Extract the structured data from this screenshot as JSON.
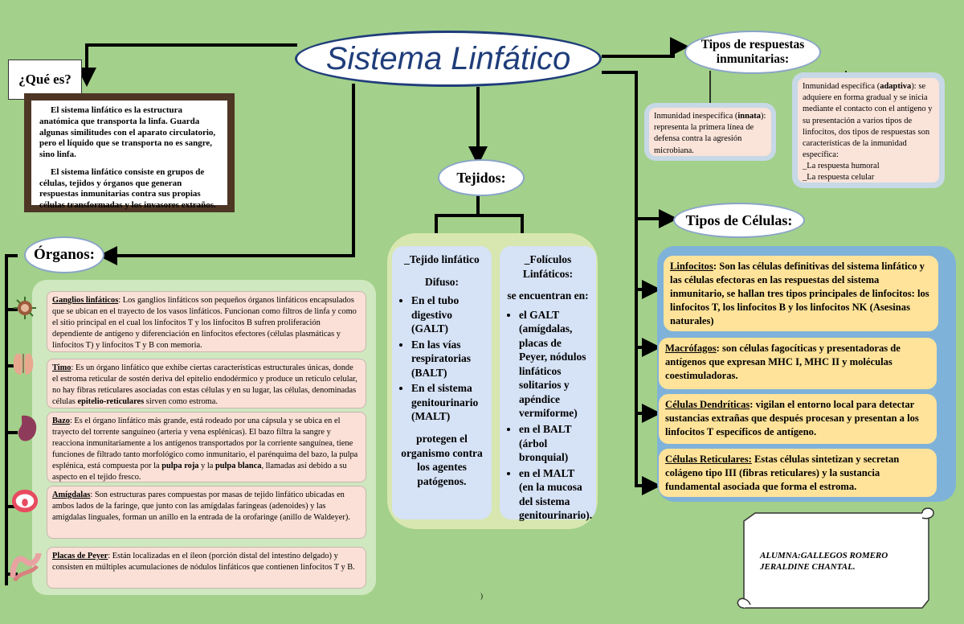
{
  "title": "Sistema Linfático",
  "que_es": {
    "label": "¿Qué es?",
    "paragraph1": "El sistema linfático es la estructura anatómica que transporta la linfa. Guarda algunas similitudes con el aparato circulatorio, pero el líquido que se transporta no es sangre, sino linfa.",
    "paragraph2": "El sistema linfático consiste en grupos de células, tejidos y órganos que generan respuestas inmunitarias contra sus propias células transformadas y los invasores extraños."
  },
  "organos": {
    "label": "Órganos:",
    "items": [
      {
        "name": "Ganglios linfáticos",
        "text": ": Los ganglios linfáticos son pequeños órganos linfáticos encapsulados que se ubican en el trayecto de los vasos linfáticos. Funcionan como filtros de linfa y como el sitio principal en el cual los linfocitos T y los linfocitos B sufren proliferación dependiente de antígeno y diferenciación en linfocitos efectores (células plasmáticas y linfocitos T) y linfocitos T y B con memoria."
      },
      {
        "name": "Timo",
        "text": ": Es un órgano linfático que exhibe ciertas características estructurales únicas, donde el estroma reticular de sostén deriva del epitelio endodérmico y produce un retículo celular, no hay fibras reticulares asociadas con estas células y en su lugar, las células, denominadas células ",
        "bold": "epitelio-reticulares",
        "after": " sirven como estroma."
      },
      {
        "name": "Bazo",
        "text": ": Es el órgano linfático más grande, está rodeado por una cápsula y se ubica en el trayecto del torrente sanguíneo (arteria y vena esplénicas). El bazo filtra la sangre y reacciona inmunitariamente a los antígenos transportados por la corriente sanguínea, tiene funciones de filtrado tanto morfológico como inmunitario, el parénquima del bazo, la pulpa esplénica, está compuesta por la ",
        "bold": "pulpa roja",
        "mid": " y la ",
        "bold2": "pulpa blanca",
        "after": ", llamadas así debido a su aspecto en el tejido fresco."
      },
      {
        "name": "Amígdalas",
        "text": ": Son estructuras pares compuestas por masas de tejido linfático ubicadas en ambos lados de la faringe, que junto con las amígdalas faríngeas (adenoides) y las amígdalas linguales, forman un anillo en la entrada de la orofaringe (anillo de Waldeyer)."
      },
      {
        "name": "Placas de Peyer",
        "text": ": Están localizadas en el íleon (porción distal del intestino delgado) y consisten en múltiples acumulaciones de nódulos linfáticos que contienen linfocitos T y B."
      }
    ]
  },
  "tejidos": {
    "label": "Tejidos:",
    "difuso": {
      "heading": "_Tejido linfático",
      "subheading": "Difuso:",
      "items": [
        "En el tubo digestivo (GALT)",
        "En las vías respiratorias (BALT)",
        "En el sistema genitourinario (MALT)"
      ],
      "footer": "protegen el organismo contra los agentes patógenos."
    },
    "foliculos": {
      "heading": "_Folículos",
      "subheading": "Linfáticos:",
      "intro": "se encuentran en:",
      "items": [
        "el GALT (amígdalas, placas de Peyer, nódulos linfáticos solitarios y apéndice vermiforme)",
        "en el BALT (árbol bronquial)",
        "en el MALT (en la mucosa del sistema genitourinario)."
      ]
    }
  },
  "respuestas": {
    "label": "Tipos de respuestas inmunitarias:",
    "innata": {
      "pre": "Inmunidad inespecífica (",
      "bold": "innata",
      "post": "): representa la primera línea de defensa contra la agresión microbiana."
    },
    "adaptiva": {
      "pre": "Inmunidad específica (",
      "bold": "adaptiva",
      "post": "): se adquiere en forma gradual y se inicia mediante el contacto con el antígeno y su presentación a varios tipos de linfocitos, dos tipos de respuestas son características de la inmunidad específica:",
      "line1": "_La respuesta humoral",
      "line2": "_La respuesta celular"
    }
  },
  "celulas": {
    "label": "Tipos de Células:",
    "items": [
      {
        "name": "Linfocitos",
        "text": ": Son las células definitivas del sistema linfático y las células efectoras en las respuestas del sistema inmunitario, se hallan tres tipos principales de linfocitos: los linfocitos T, los linfocitos B y los linfocitos NK (Asesinas naturales)"
      },
      {
        "name": "Macrófagos",
        "text": ": son células fagocíticas y presentadoras de antígenos que expresan MHC I, MHC II y moléculas coestimuladoras."
      },
      {
        "name": "Células Dendríticas",
        "text": ": vigilan el entorno local para detectar sustancias extrañas que después procesan y presentan a los linfocitos T específicos de antígeno."
      },
      {
        "name": "Células Reticulares:",
        "text": " Estas células sintetizan y secretan colágeno tipo III (fibras reticulares) y la sustancia fundamental asociada que forma el estroma."
      }
    ]
  },
  "alumna": "ALUMNA:GALLEGOS ROMERO JERALDINE CHANTAL.",
  "page_mark": ")",
  "colors": {
    "background": "#a3d08a",
    "title_blue": "#1f3d7a",
    "cell_yellow": "#ffe39a",
    "organ_pink": "#fae0d6"
  }
}
